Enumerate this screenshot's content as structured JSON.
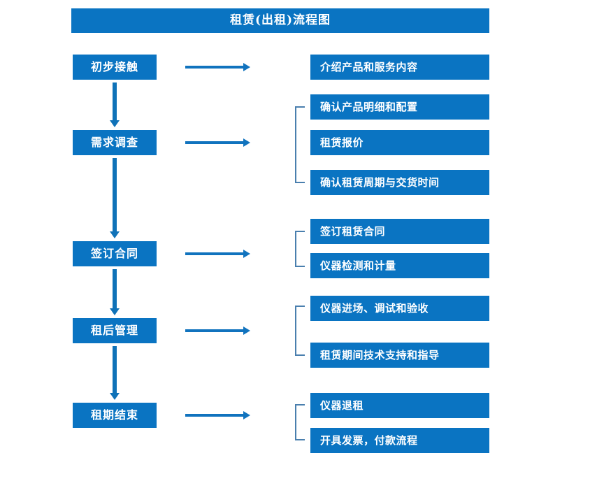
{
  "title": "租赁(出租)流程图",
  "theme": {
    "box_fill": "#0A74C2",
    "box_text": "#FFFFFF",
    "arrow": "#1173BE",
    "bracket": "#4A7FAE",
    "background": "#FFFFFF"
  },
  "chart_data": {
    "type": "diagram",
    "title": "租赁(出租)流程图",
    "stages": [
      {
        "label": "初步接触",
        "details": [
          "介绍产品和服务内容"
        ],
        "grouped": false
      },
      {
        "label": "需求调查",
        "details": [
          "确认产品明细和配置",
          "租赁报价",
          "确认租赁周期与交货时间"
        ],
        "grouped": true
      },
      {
        "label": "签订合同",
        "details": [
          "签订租赁合同",
          "仪器检测和计量"
        ],
        "grouped": true
      },
      {
        "label": "租后管理",
        "details": [
          "仪器进场、调试和验收",
          "租赁期间技术支持和指导"
        ],
        "grouped": true
      },
      {
        "label": "租期结束",
        "details": [
          "仪器退租",
          "开具发票，付款流程"
        ],
        "grouped": true
      }
    ]
  },
  "stages": [
    {
      "label": "初步接触"
    },
    {
      "label": "需求调查"
    },
    {
      "label": "签订合同"
    },
    {
      "label": "租后管理"
    },
    {
      "label": "租期结束"
    }
  ],
  "details": [
    {
      "label": "介绍产品和服务内容"
    },
    {
      "label": "确认产品明细和配置"
    },
    {
      "label": "租赁报价"
    },
    {
      "label": "确认租赁周期与交货时间"
    },
    {
      "label": "签订租赁合同"
    },
    {
      "label": "仪器检测和计量"
    },
    {
      "label": "仪器进场、调试和验收"
    },
    {
      "label": "租赁期间技术支持和指导"
    },
    {
      "label": "仪器退租"
    },
    {
      "label": "开具发票，付款流程"
    }
  ]
}
